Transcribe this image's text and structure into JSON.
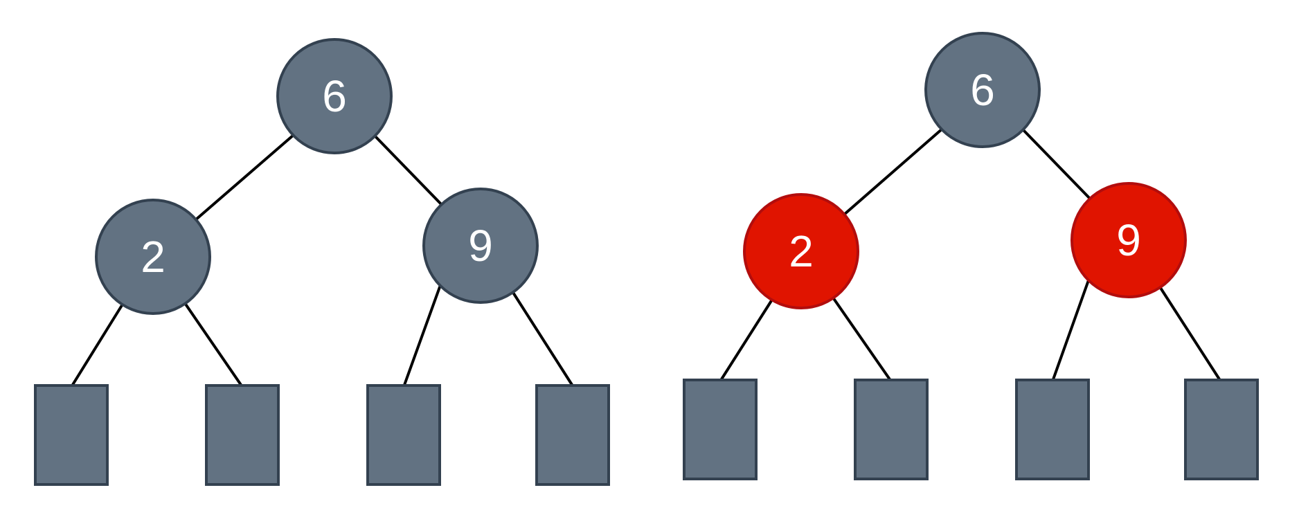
{
  "colors": {
    "black_node_fill": "#627282",
    "black_node_stroke": "#334150",
    "red_node_fill": "#E01400",
    "red_node_stroke": "#B20D0D",
    "leaf_fill": "#627282",
    "leaf_stroke": "#334150",
    "label": "#FFFFFF",
    "edge": "#000000"
  },
  "trees": [
    {
      "name": "tree-left",
      "root": {
        "label": "6",
        "color": "black"
      },
      "children": [
        {
          "label": "2",
          "color": "black"
        },
        {
          "label": "9",
          "color": "black"
        }
      ],
      "leaf_count": 4
    },
    {
      "name": "tree-right",
      "root": {
        "label": "6",
        "color": "black"
      },
      "children": [
        {
          "label": "2",
          "color": "red"
        },
        {
          "label": "9",
          "color": "red"
        }
      ],
      "leaf_count": 4
    }
  ]
}
